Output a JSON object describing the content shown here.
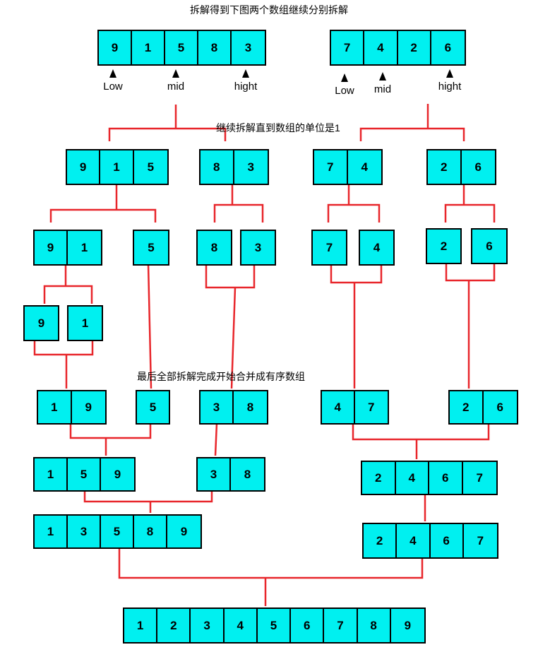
{
  "captions": {
    "top": "拆解得到下图两个数组继续分别拆解",
    "split": "继续拆解直到数组的单位是1",
    "merge": "最后全部拆解完成开始合并成有序数组"
  },
  "pointers": {
    "left_low": "Low",
    "left_mid": "mid",
    "left_high": "hight",
    "right_low": "Low",
    "right_mid": "mid",
    "right_high": "hight"
  },
  "arrays": [
    {
      "id": "a1",
      "values": [
        "9",
        "1",
        "5",
        "8",
        "3"
      ]
    },
    {
      "id": "a2",
      "values": [
        "7",
        "4",
        "2",
        "6"
      ]
    },
    {
      "id": "b1",
      "values": [
        "9",
        "1",
        "5"
      ]
    },
    {
      "id": "b2",
      "values": [
        "8",
        "3"
      ]
    },
    {
      "id": "b3",
      "values": [
        "7",
        "4"
      ]
    },
    {
      "id": "b4",
      "values": [
        "2",
        "6"
      ]
    },
    {
      "id": "c1",
      "values": [
        "9",
        "1"
      ]
    },
    {
      "id": "c2",
      "values": [
        "5"
      ]
    },
    {
      "id": "c3",
      "values": [
        "8"
      ]
    },
    {
      "id": "c4",
      "values": [
        "3"
      ]
    },
    {
      "id": "c5",
      "values": [
        "7"
      ]
    },
    {
      "id": "c6",
      "values": [
        "4"
      ]
    },
    {
      "id": "c7",
      "values": [
        "2"
      ]
    },
    {
      "id": "c8",
      "values": [
        "6"
      ]
    },
    {
      "id": "d1",
      "values": [
        "9"
      ]
    },
    {
      "id": "d2",
      "values": [
        "1"
      ]
    },
    {
      "id": "e1",
      "values": [
        "1",
        "9"
      ]
    },
    {
      "id": "e2",
      "values": [
        "5"
      ]
    },
    {
      "id": "e3",
      "values": [
        "3",
        "8"
      ]
    },
    {
      "id": "e4",
      "values": [
        "4",
        "7"
      ]
    },
    {
      "id": "e5",
      "values": [
        "2",
        "6"
      ]
    },
    {
      "id": "f1",
      "values": [
        "1",
        "5",
        "9"
      ]
    },
    {
      "id": "f2",
      "values": [
        "3",
        "8"
      ]
    },
    {
      "id": "f3",
      "values": [
        "2",
        "4",
        "6",
        "7"
      ]
    },
    {
      "id": "g1",
      "values": [
        "1",
        "3",
        "5",
        "8",
        "9"
      ]
    },
    {
      "id": "g2",
      "values": [
        "2",
        "4",
        "6",
        "7"
      ]
    },
    {
      "id": "h1",
      "values": [
        "1",
        "2",
        "3",
        "4",
        "5",
        "6",
        "7",
        "8",
        "9"
      ]
    }
  ],
  "colors": {
    "cell": "#00f0f0",
    "border": "#000000",
    "connector": "#e8262b"
  }
}
